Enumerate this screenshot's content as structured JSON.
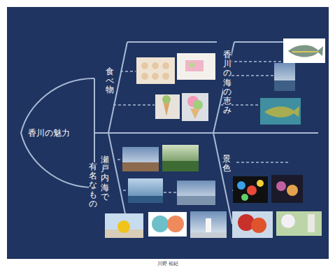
{
  "diagram": {
    "nodes": [
      {
        "text": [
          "香川の魅力"
        ]
      }
    ],
    "edges": [],
    "labels": [
      "食べ物",
      "香川の海の恵み",
      "景色",
      "瀬戸内海で",
      "有名なもの",
      "川野 裕紀"
    ]
  }
}
